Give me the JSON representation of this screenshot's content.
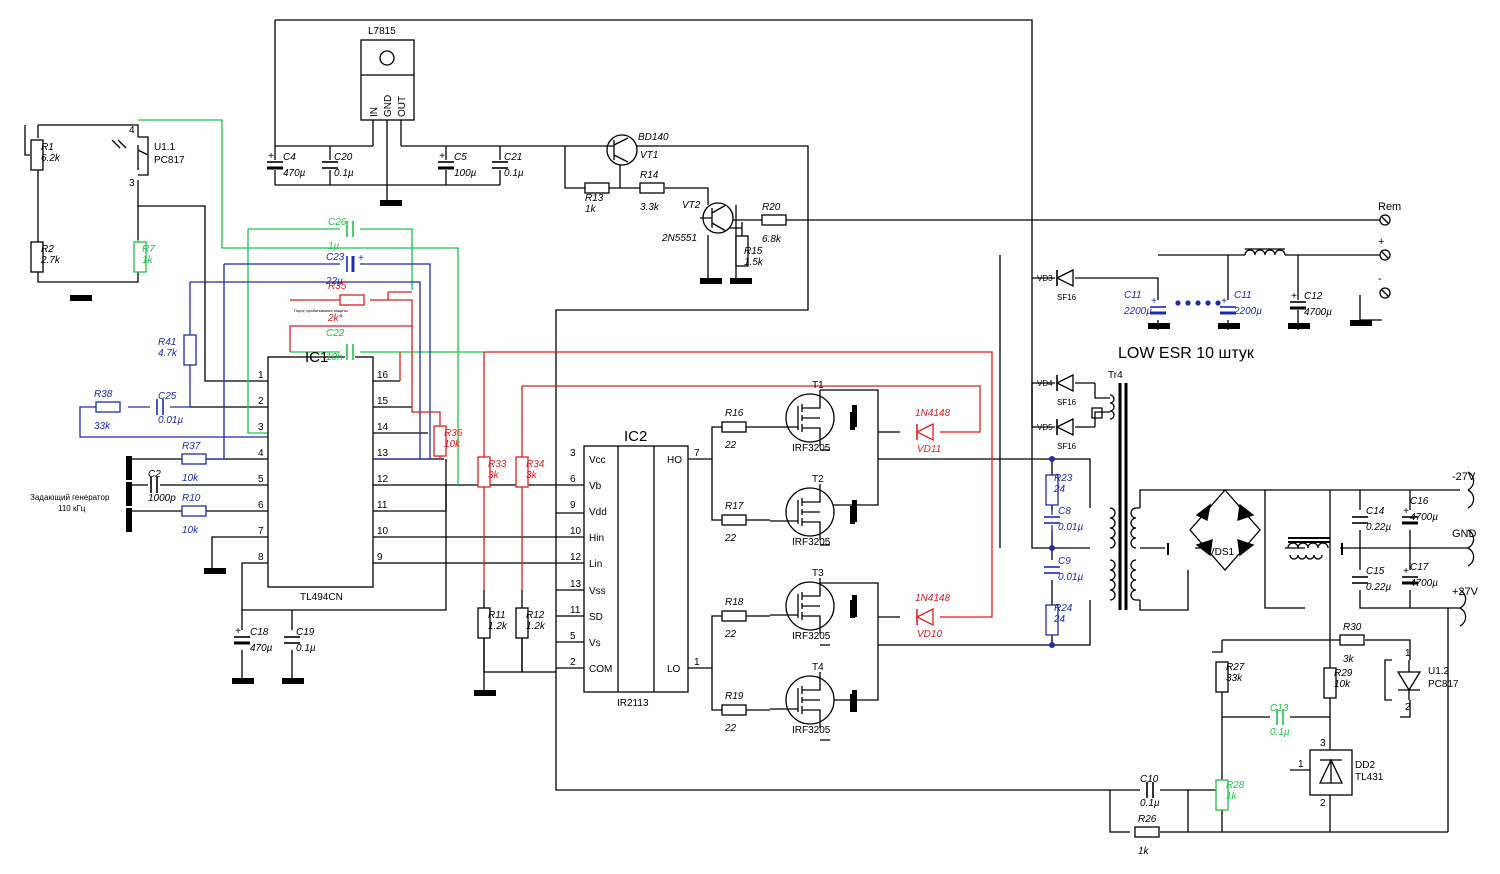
{
  "ics": {
    "ic1": {
      "ref": "IC1",
      "part": "TL494CN",
      "pins": [
        "1",
        "2",
        "3",
        "4",
        "5",
        "6",
        "7",
        "8",
        "9",
        "10",
        "11",
        "12",
        "13",
        "14",
        "15",
        "16"
      ]
    },
    "ic2": {
      "ref": "IC2",
      "part": "IR2113",
      "pins_left": [
        {
          "num": "3",
          "name": "Vcc"
        },
        {
          "num": "6",
          "name": "Vb"
        },
        {
          "num": "9",
          "name": "Vdd"
        },
        {
          "num": "10",
          "name": "Hin"
        },
        {
          "num": "12",
          "name": "Lin"
        },
        {
          "num": "13",
          "name": "Vss"
        },
        {
          "num": "11",
          "name": "SD"
        },
        {
          "num": "5",
          "name": "Vs"
        },
        {
          "num": "2",
          "name": "COM"
        }
      ],
      "pins_right": [
        {
          "num": "7",
          "name": "HO"
        },
        {
          "num": "1",
          "name": "LO"
        }
      ]
    },
    "reg": {
      "part": "L7815",
      "pins": [
        "IN",
        "GND",
        "OUT"
      ]
    },
    "dd2": {
      "ref": "DD2",
      "part": "TL431",
      "pins": [
        "1",
        "2",
        "3"
      ]
    },
    "u11": {
      "ref": "U1.1",
      "part": "PC817",
      "pins": [
        "4",
        "3"
      ]
    },
    "u12": {
      "ref": "U1.2",
      "part": "PC817",
      "pins": [
        "1",
        "2"
      ]
    }
  },
  "transistors": {
    "vt1": {
      "ref": "VT1",
      "part": "BD140"
    },
    "vt2": {
      "ref": "VT2",
      "part": "2N5551"
    },
    "t1": {
      "ref": "T1",
      "part": "IRF3205"
    },
    "t2": {
      "ref": "T2",
      "part": "IRF3205"
    },
    "t3": {
      "ref": "T3",
      "part": "IRF3205"
    },
    "t4": {
      "ref": "T4",
      "part": "IRF3205"
    }
  },
  "resistors": {
    "r1": {
      "ref": "R1",
      "value": "6.2k"
    },
    "r2": {
      "ref": "R2",
      "value": "2.7k"
    },
    "r7": {
      "ref": "R7",
      "value": "1k"
    },
    "r41": {
      "ref": "R41",
      "value": "4.7k"
    },
    "r38": {
      "ref": "R38",
      "value": "33k"
    },
    "r37": {
      "ref": "R37",
      "value": "10k"
    },
    "r10": {
      "ref": "R10",
      "value": "10k"
    },
    "r35": {
      "ref": "R35",
      "value": "2k*",
      "note": "Порог срабатывания защиты"
    },
    "r36": {
      "ref": "R36",
      "value": "10k"
    },
    "r33": {
      "ref": "R33",
      "value": "3k"
    },
    "r34": {
      "ref": "R34",
      "value": "3k"
    },
    "r11": {
      "ref": "R11",
      "value": "1.2k"
    },
    "r12": {
      "ref": "R12",
      "value": "1.2k"
    },
    "r13": {
      "ref": "R13",
      "value": "1k"
    },
    "r14": {
      "ref": "R14",
      "value": "3.3k"
    },
    "r15": {
      "ref": "R15",
      "value": "1.5k"
    },
    "r20": {
      "ref": "R20",
      "value": "6.8k"
    },
    "r16": {
      "ref": "R16",
      "value": "22"
    },
    "r17": {
      "ref": "R17",
      "value": "22"
    },
    "r18": {
      "ref": "R18",
      "value": "22"
    },
    "r19": {
      "ref": "R19",
      "value": "22"
    },
    "r23": {
      "ref": "R23",
      "value": "24"
    },
    "r24": {
      "ref": "R24",
      "value": "24"
    },
    "r26": {
      "ref": "R26",
      "value": "1k"
    },
    "r27": {
      "ref": "R27",
      "value": "33k"
    },
    "r28": {
      "ref": "R28",
      "value": "1k"
    },
    "r29": {
      "ref": "R29",
      "value": "10k"
    },
    "r30": {
      "ref": "R30",
      "value": "3k"
    }
  },
  "capacitors": {
    "c4": {
      "ref": "C4",
      "value": "470µ"
    },
    "c20": {
      "ref": "C20",
      "value": "0.1µ"
    },
    "c5": {
      "ref": "C5",
      "value": "100µ"
    },
    "c21": {
      "ref": "C21",
      "value": "0.1µ"
    },
    "c26": {
      "ref": "C26",
      "value": "1µ"
    },
    "c23": {
      "ref": "C23",
      "value": "22µ"
    },
    "c22": {
      "ref": "C22",
      "value": "10n"
    },
    "c25": {
      "ref": "C25",
      "value": "0.01µ"
    },
    "c2": {
      "ref": "C2",
      "value": "1000p"
    },
    "c18": {
      "ref": "C18",
      "value": "470µ"
    },
    "c19": {
      "ref": "C19",
      "value": "0.1µ"
    },
    "c8": {
      "ref": "C8",
      "value": "0.01µ"
    },
    "c9": {
      "ref": "C9",
      "value": "0.01µ"
    },
    "c11a": {
      "ref": "C11",
      "value": "2200µ"
    },
    "c11b": {
      "ref": "C11",
      "value": "2200µ"
    },
    "c12": {
      "ref": "C12",
      "value": "4700µ"
    },
    "c14": {
      "ref": "C14",
      "value": "0.22µ"
    },
    "c15": {
      "ref": "C15",
      "value": "0.22µ"
    },
    "c16": {
      "ref": "C16",
      "value": "4700µ"
    },
    "c17": {
      "ref": "C17",
      "value": "4700µ"
    },
    "c13": {
      "ref": "C13",
      "value": "0.1µ"
    },
    "c10": {
      "ref": "C10",
      "value": "0.1µ"
    }
  },
  "diodes": {
    "vd11": {
      "ref": "VD11",
      "part": "1N4148"
    },
    "vd10": {
      "ref": "VD10",
      "part": "1N4148"
    },
    "vd3": {
      "ref": "VD3",
      "part": "SF16"
    },
    "vd4": {
      "ref": "VD4",
      "part": "SF16"
    },
    "vd5": {
      "ref": "VD5",
      "part": "SF16"
    },
    "vds1": {
      "ref": "VDS1"
    }
  },
  "transformer": {
    "ref": "Tr4"
  },
  "generator": {
    "line1": "Задающий генератор",
    "line2": "110 кГц"
  },
  "note_low_esr": "LOW ESR 10 штук",
  "terminals": {
    "rem": "Rem",
    "plus": "+",
    "minus": "-",
    "neg27": "-27V",
    "gnd": "GND",
    "pos27": "+27V"
  },
  "colors": {
    "wire": "#000000",
    "green": "#21c44a",
    "blue": "#1c2bb0",
    "red": "#e01e1e"
  }
}
